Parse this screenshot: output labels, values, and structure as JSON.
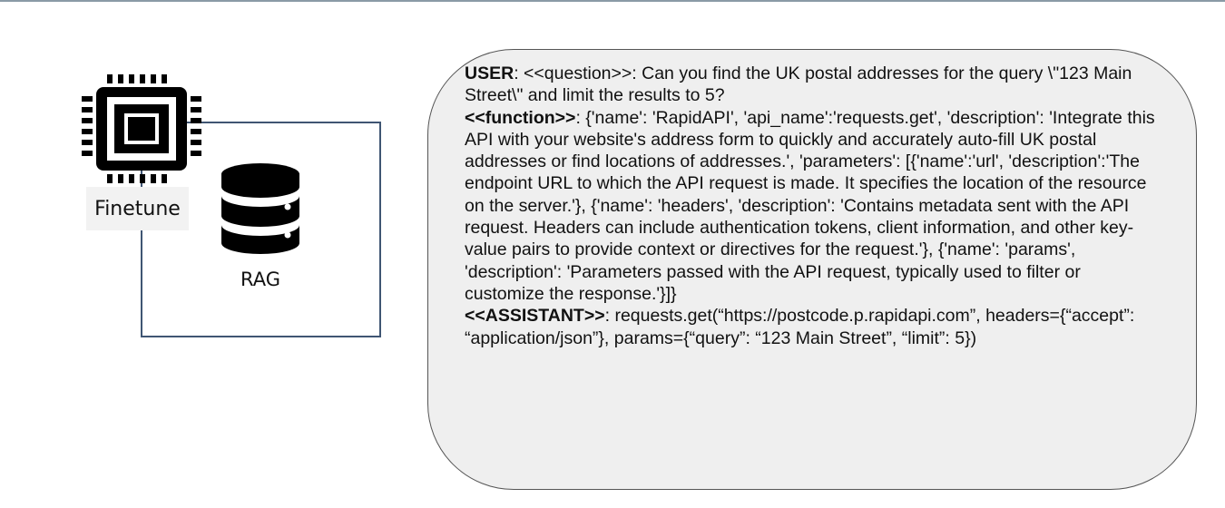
{
  "diagram": {
    "labels": {
      "finetune": "Finetune",
      "rag": "RAG"
    },
    "icons": [
      "cpu-chip-icon",
      "database-icon"
    ],
    "colors": {
      "connector": "#3f5573",
      "bubble_fill": "#efefef",
      "label_fill": "#f2f2f2"
    }
  },
  "example": {
    "user": {
      "label": "USER",
      "text": ": <<question>>: Can you find the UK postal addresses for the query \\\"123 Main Street\\\" and limit the results to 5?"
    },
    "function": {
      "label": "<<function>>",
      "text": ": {'name': 'RapidAPI', 'api_name':'requests.get', 'description': 'Integrate this API with your website's address form to quickly and accurately auto-fill UK postal addresses or find locations of addresses.', 'parameters': [{'name':'url', 'description':'The endpoint URL to which the API request is made. It specifies the location of the resource on the server.'}, {'name': 'headers', 'description': 'Contains metadata sent with the API request. Headers can include authentication tokens, client information, and other key-value pairs to provide context or directives for the request.'}, {'name': 'params', 'description': 'Parameters passed with the API request, typically used to filter or customize the response.'}]}"
    },
    "assistant": {
      "label": "<<ASSISTANT>>",
      "text": ": requests.get(“https://postcode.p.rapidapi.com”, headers={“accept”: “application/json”}, params={“query”: “123 Main Street”, “limit”: 5})"
    }
  }
}
